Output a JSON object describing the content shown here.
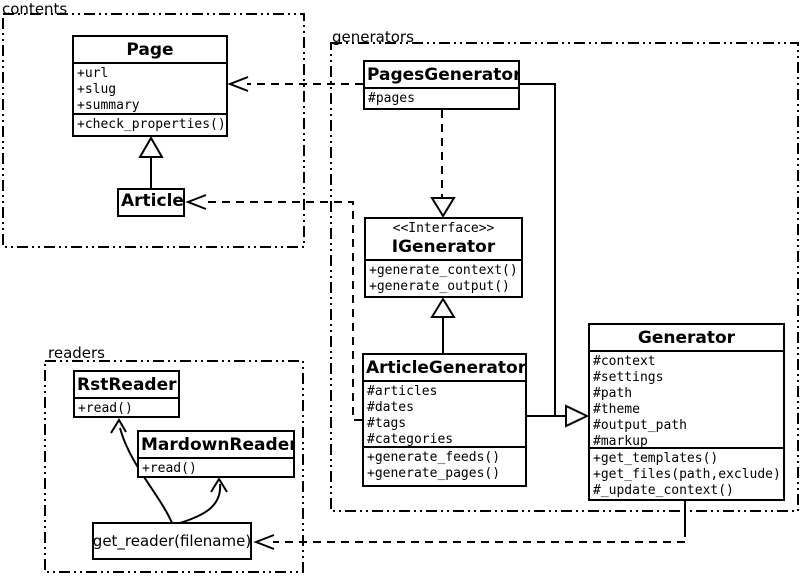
{
  "packages": {
    "contents": {
      "label": "contents"
    },
    "generators": {
      "label": "generators"
    },
    "readers": {
      "label": "readers"
    }
  },
  "classes": {
    "page": {
      "name": "Page",
      "attributes": [
        "+url",
        "+slug",
        "+summary"
      ],
      "methods": [
        "+check_properties()"
      ]
    },
    "article": {
      "name": "Article"
    },
    "pages_generator": {
      "name": "PagesGenerator",
      "attributes": [
        "#pages"
      ]
    },
    "igenerator": {
      "stereotype": "<<Interface>>",
      "name": "IGenerator",
      "methods": [
        "+generate_context()",
        "+generate_output()"
      ]
    },
    "article_generator": {
      "name": "ArticleGenerator",
      "attributes": [
        "#articles",
        "#dates",
        "#tags",
        "#categories"
      ],
      "methods": [
        "+generate_feeds()",
        "+generate_pages()"
      ]
    },
    "generator": {
      "name": "Generator",
      "attributes": [
        "#context",
        "#settings",
        "#path",
        "#theme",
        "#output_path",
        "#markup"
      ],
      "methods": [
        "+get_templates()",
        "+get_files(path,exclude)",
        "#_update_context()"
      ]
    },
    "rst_reader": {
      "name": "RstReader",
      "methods": [
        "+read()"
      ]
    },
    "mardown_reader": {
      "name": "MardownReader",
      "methods": [
        "+read()"
      ]
    },
    "get_reader": {
      "label": "get_reader(filename)"
    }
  },
  "relationships": [
    {
      "from": "Article",
      "to": "Page",
      "type": "generalization"
    },
    {
      "from": "PagesGenerator",
      "to": "Page",
      "type": "dependency"
    },
    {
      "from": "ArticleGenerator",
      "to": "Article",
      "type": "dependency"
    },
    {
      "from": "PagesGenerator",
      "to": "IGenerator",
      "type": "realization"
    },
    {
      "from": "ArticleGenerator",
      "to": "IGenerator",
      "type": "generalization"
    },
    {
      "from": "PagesGenerator",
      "to": "Generator",
      "type": "generalization"
    },
    {
      "from": "ArticleGenerator",
      "to": "Generator",
      "type": "generalization"
    },
    {
      "from": "Generator",
      "to": "get_reader(filename)",
      "type": "dependency"
    },
    {
      "from": "get_reader(filename)",
      "to": "RstReader",
      "type": "arrow"
    },
    {
      "from": "get_reader(filename)",
      "to": "MardownReader",
      "type": "arrow"
    }
  ],
  "colors": {
    "stroke": "#000000",
    "background": "#ffffff",
    "box_fill": "#ffffff"
  }
}
